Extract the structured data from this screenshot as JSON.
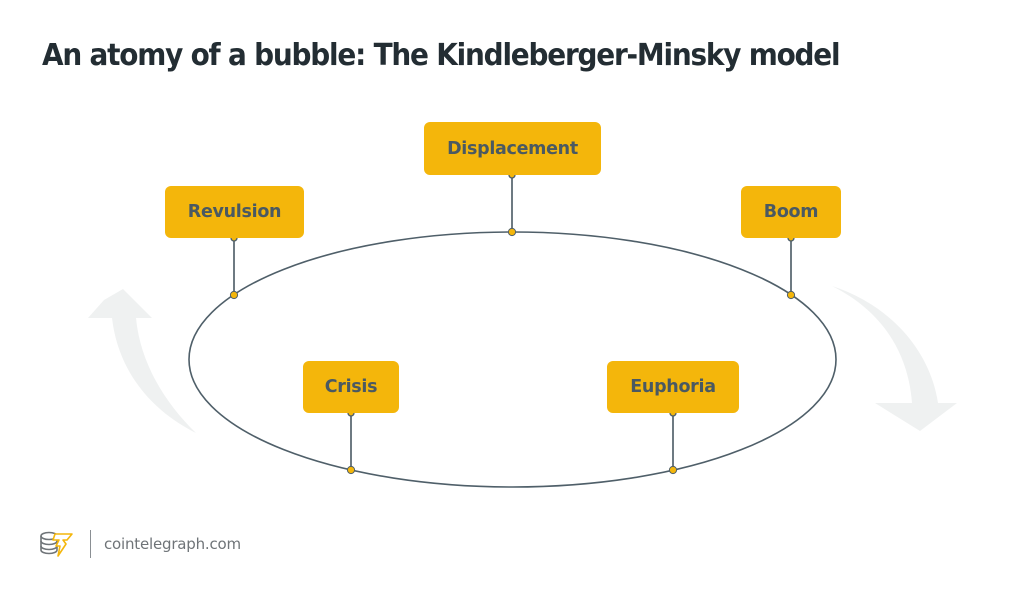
{
  "title": "An atomy of a bubble: The Kindleberger-Minsky model",
  "colors": {
    "node_fill": "#f4b60b",
    "node_text": "#4a5962",
    "ellipse_stroke": "#4f5f69",
    "connector": "#5d6b74",
    "arrow_fill": "#eff1f1",
    "title": "#232d33"
  },
  "diagram": {
    "type": "cycle",
    "stages": [
      {
        "label": "Displacement",
        "position": "top-center"
      },
      {
        "label": "Boom",
        "position": "upper-right"
      },
      {
        "label": "Euphoria",
        "position": "lower-right"
      },
      {
        "label": "Crisis",
        "position": "lower-left"
      },
      {
        "label": "Revulsion",
        "position": "upper-left"
      }
    ],
    "arrows": [
      {
        "name": "rising-arrow",
        "side": "left",
        "direction": "up"
      },
      {
        "name": "falling-arrow",
        "side": "right",
        "direction": "down"
      }
    ]
  },
  "footer": {
    "logo_icon": "cointelegraph-logo-icon",
    "domain": "cointelegraph.com"
  }
}
